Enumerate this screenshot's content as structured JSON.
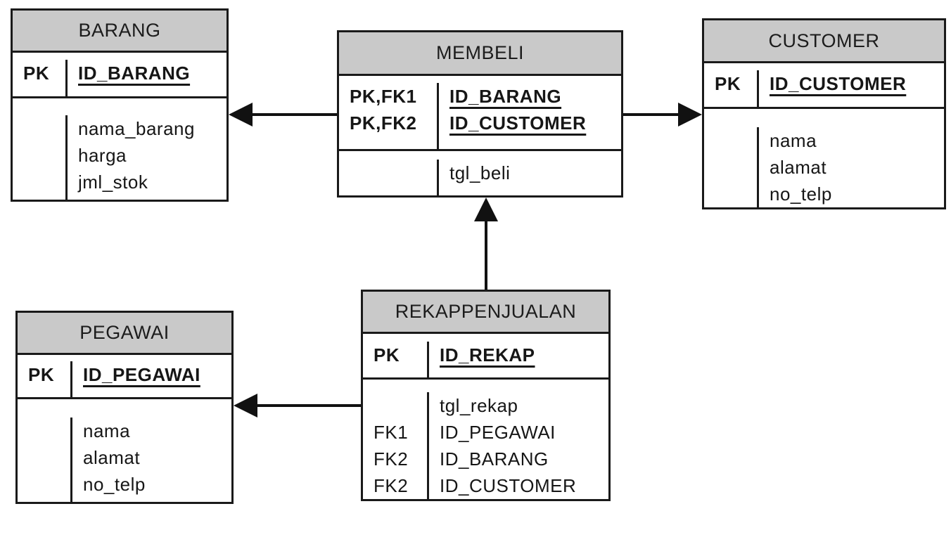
{
  "diagram": {
    "entities": {
      "barang": {
        "title": "BARANG",
        "keys": [
          {
            "k": "PK",
            "a": "ID_BARANG"
          }
        ],
        "attrs": [
          {
            "k": "",
            "a": "nama_barang"
          },
          {
            "k": "",
            "a": "harga"
          },
          {
            "k": "",
            "a": "jml_stok"
          }
        ]
      },
      "membeli": {
        "title": "MEMBELI",
        "keys": [
          {
            "k": "PK,FK1",
            "a": "ID_BARANG"
          },
          {
            "k": "PK,FK2",
            "a": "ID_CUSTOMER"
          }
        ],
        "attrs": [
          {
            "k": "",
            "a": "tgl_beli"
          }
        ]
      },
      "customer": {
        "title": "CUSTOMER",
        "keys": [
          {
            "k": "PK",
            "a": "ID_CUSTOMER"
          }
        ],
        "attrs": [
          {
            "k": "",
            "a": "nama"
          },
          {
            "k": "",
            "a": "alamat"
          },
          {
            "k": "",
            "a": "no_telp"
          }
        ]
      },
      "pegawai": {
        "title": "PEGAWAI",
        "keys": [
          {
            "k": "PK",
            "a": "ID_PEGAWAI"
          }
        ],
        "attrs": [
          {
            "k": "",
            "a": "nama"
          },
          {
            "k": "",
            "a": "alamat"
          },
          {
            "k": "",
            "a": "no_telp"
          }
        ]
      },
      "rekappenjualan": {
        "title": "REKAPPENJUALAN",
        "keys": [
          {
            "k": "PK",
            "a": "ID_REKAP"
          }
        ],
        "attrs": [
          {
            "k": "",
            "a": "tgl_rekap"
          },
          {
            "k": "FK1",
            "a": "ID_PEGAWAI"
          },
          {
            "k": "FK2",
            "a": "ID_BARANG"
          },
          {
            "k": "FK2",
            "a": "ID_CUSTOMER"
          }
        ]
      }
    },
    "relationships": [
      {
        "from": "MEMBELI",
        "to": "BARANG",
        "arrow": "points-at-BARANG"
      },
      {
        "from": "MEMBELI",
        "to": "CUSTOMER",
        "arrow": "points-at-CUSTOMER"
      },
      {
        "from": "REKAPPENJUALAN",
        "to": "MEMBELI",
        "arrow": "points-at-MEMBELI"
      },
      {
        "from": "REKAPPENJUALAN",
        "to": "PEGAWAI",
        "arrow": "points-at-PEGAWAI"
      }
    ],
    "colors": {
      "header_bg": "#c9c9c9",
      "border": "#1a1a1a",
      "arrow": "#111111",
      "canvas_bg": "#ffffff"
    }
  }
}
